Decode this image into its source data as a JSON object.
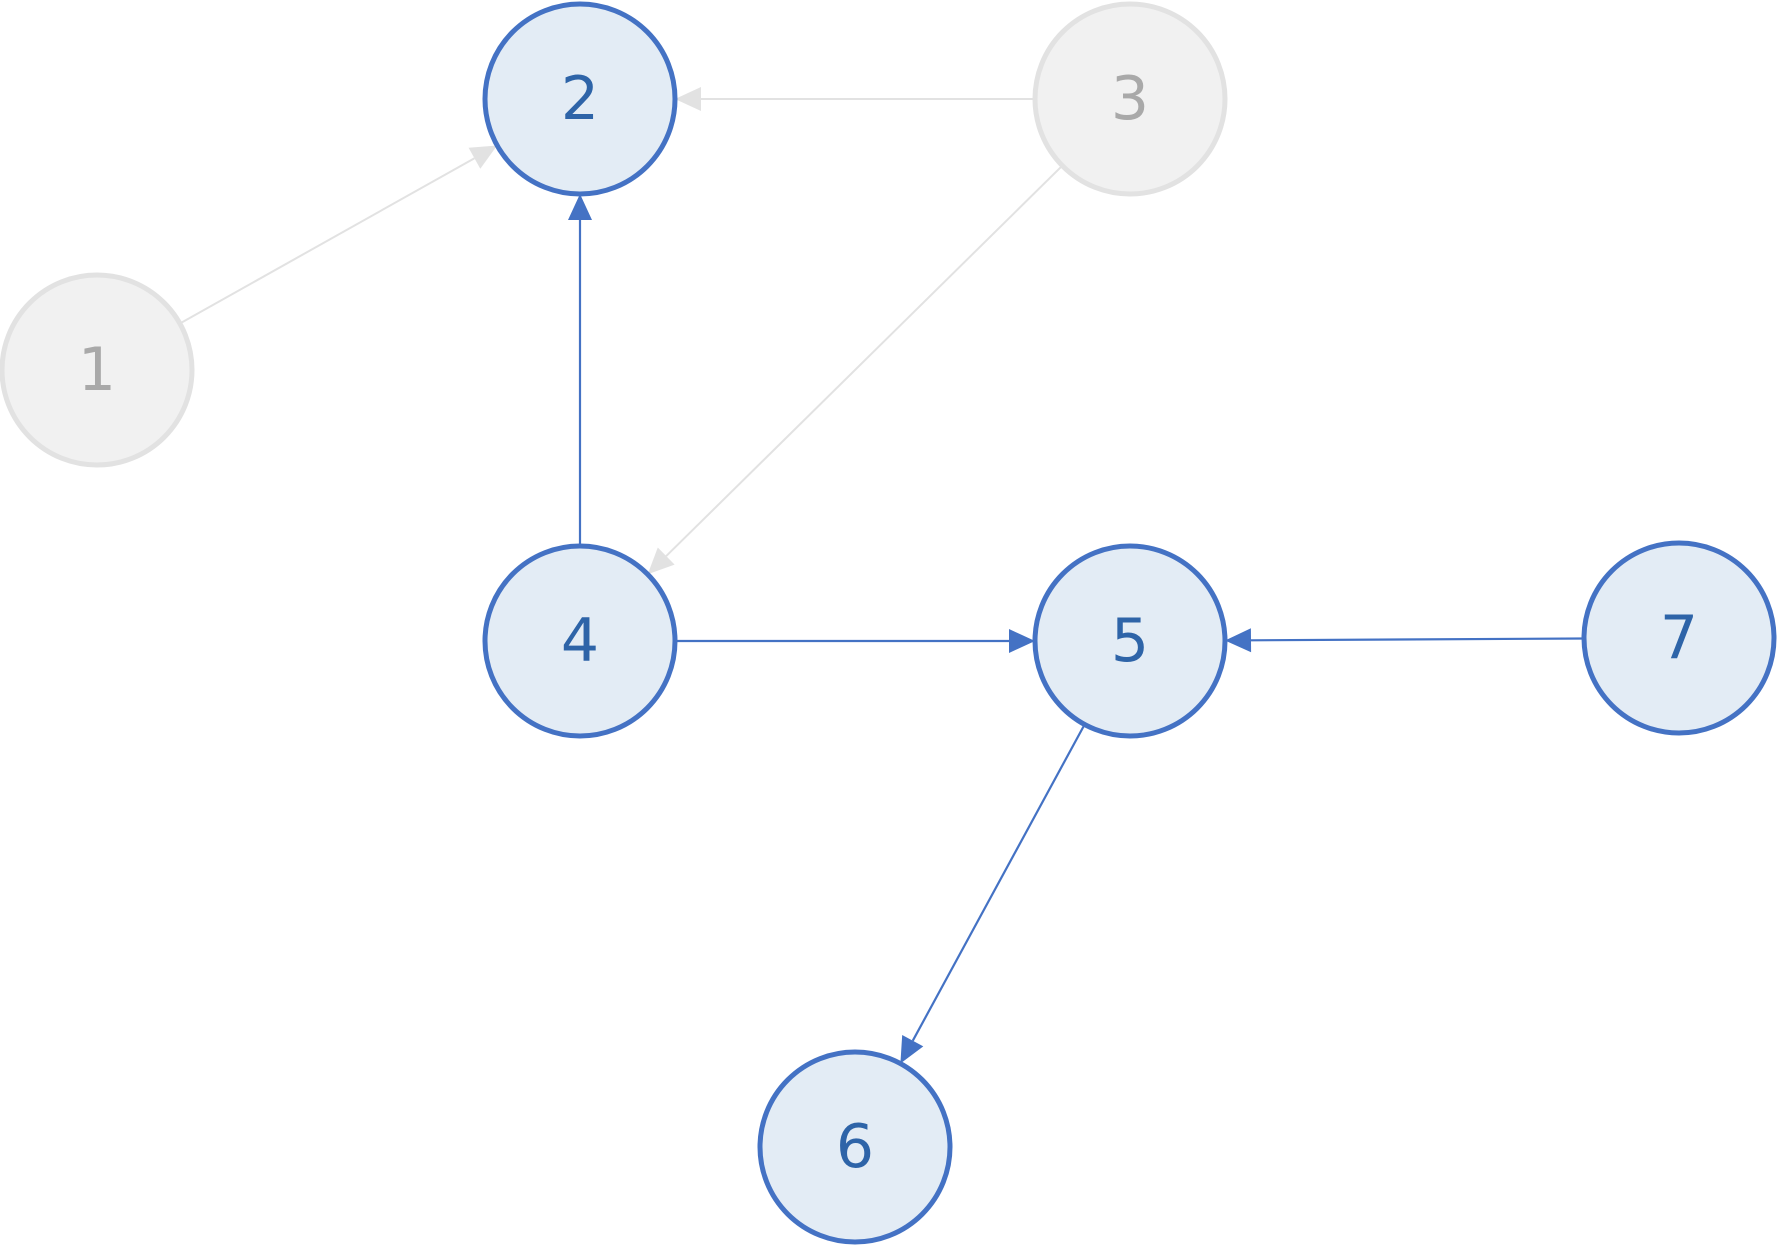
{
  "diagram": {
    "type": "directed-graph",
    "colors": {
      "active_stroke": "#4472C4",
      "active_fill": "#E3ECF5",
      "active_text": "#2E64A8",
      "inactive_stroke": "#E2E2E2",
      "inactive_fill": "#F1F1F1",
      "inactive_text": "#A9A9A9"
    },
    "nodes": [
      {
        "id": "1",
        "label": "1",
        "state": "inactive"
      },
      {
        "id": "2",
        "label": "2",
        "state": "active"
      },
      {
        "id": "3",
        "label": "3",
        "state": "inactive"
      },
      {
        "id": "4",
        "label": "4",
        "state": "active"
      },
      {
        "id": "5",
        "label": "5",
        "state": "active"
      },
      {
        "id": "6",
        "label": "6",
        "state": "active"
      },
      {
        "id": "7",
        "label": "7",
        "state": "active"
      }
    ],
    "edges": [
      {
        "from": "1",
        "to": "2",
        "state": "inactive"
      },
      {
        "from": "3",
        "to": "2",
        "state": "inactive"
      },
      {
        "from": "3",
        "to": "4",
        "state": "inactive"
      },
      {
        "from": "4",
        "to": "2",
        "state": "active"
      },
      {
        "from": "4",
        "to": "5",
        "state": "active"
      },
      {
        "from": "7",
        "to": "5",
        "state": "active"
      },
      {
        "from": "5",
        "to": "6",
        "state": "active"
      }
    ]
  }
}
